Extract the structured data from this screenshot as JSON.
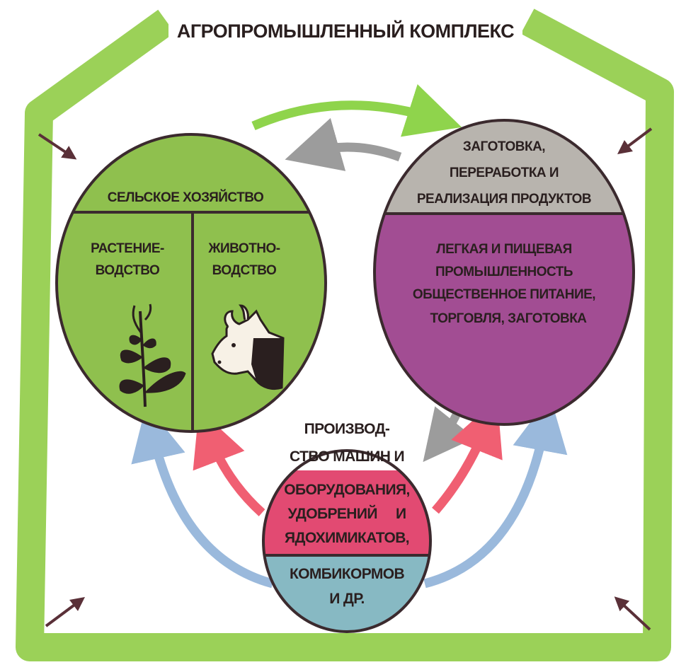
{
  "title": "АГРОПРОМЫШЛЕННЫЙ КОМПЛЕКС",
  "agriculture": {
    "header": "СЕЛЬСКОЕ ХОЗЯЙСТВО",
    "plant_line1": "РАСТЕНИЕ-",
    "plant_line2": "ВОДСТВО",
    "animal_line1": "ЖИВОТНО-",
    "animal_line2": "ВОДСТВО",
    "plant_icon": "plant-icon",
    "animal_icon": "cow-icon"
  },
  "processing": {
    "line1": "ЗАГОТОВКА,",
    "line2": "ПЕРЕРАБОТКА И",
    "line3": "РЕАЛИЗАЦИЯ ПРОДУКТОВ",
    "body1": "ЛЕГКАЯ И ПИЩЕВАЯ",
    "body2": "ПРОМЫШЛЕННОСТЬ",
    "body3": "ОБЩЕСТВЕННОЕ ПИТАНИЕ,",
    "body4": "ТОРГОВЛЯ, ЗАГОТОВКА"
  },
  "production": {
    "line1": "ПРОИЗВОД-",
    "line2": "СТВО МАШИН И",
    "line3": "ОБОРУДОВАНИЯ,",
    "line4": "УДОБРЕНИЙ     И",
    "line5": "ЯДОХИМИКАТОВ,",
    "line6": "КОМБИКОРМОВ",
    "line7": "И ДР."
  },
  "colors": {
    "frame_green": "#9bd158",
    "agri_green": "#8fc04e",
    "processing_grey": "#b8b4ae",
    "processing_purple": "#a24d93",
    "production_red": "#e24a72",
    "production_blue": "#87b9c3",
    "arrow_green": "#8fd44c",
    "arrow_grey": "#9c9c9c",
    "arrow_red": "#f05f72",
    "arrow_blue": "#9ab9dc",
    "arrow_dark": "#5a3038"
  }
}
